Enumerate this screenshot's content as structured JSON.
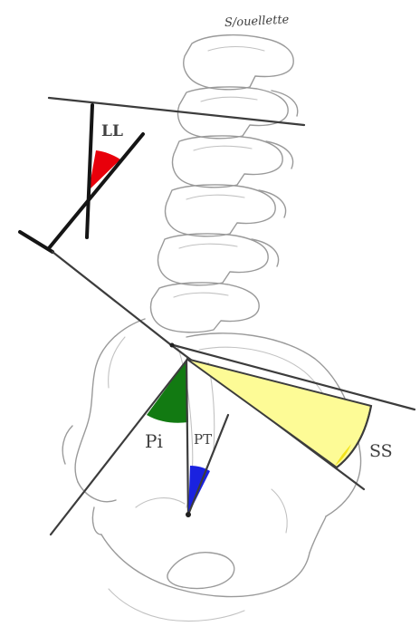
{
  "caption": "S/ouellette",
  "labels": {
    "lumbar_lordosis": "LL",
    "pelvic_incidence": "Pi",
    "pelvic_tilt": "PT",
    "sacral_slope": "SS"
  },
  "colors": {
    "lumbar_lordosis": "#e8000b",
    "pelvic_incidence": "#127a12",
    "pelvic_tilt": "#1a22e0",
    "sacral_slope": "#fdfb96",
    "sacral_slope_arc_tip": "#f2e21a"
  }
}
